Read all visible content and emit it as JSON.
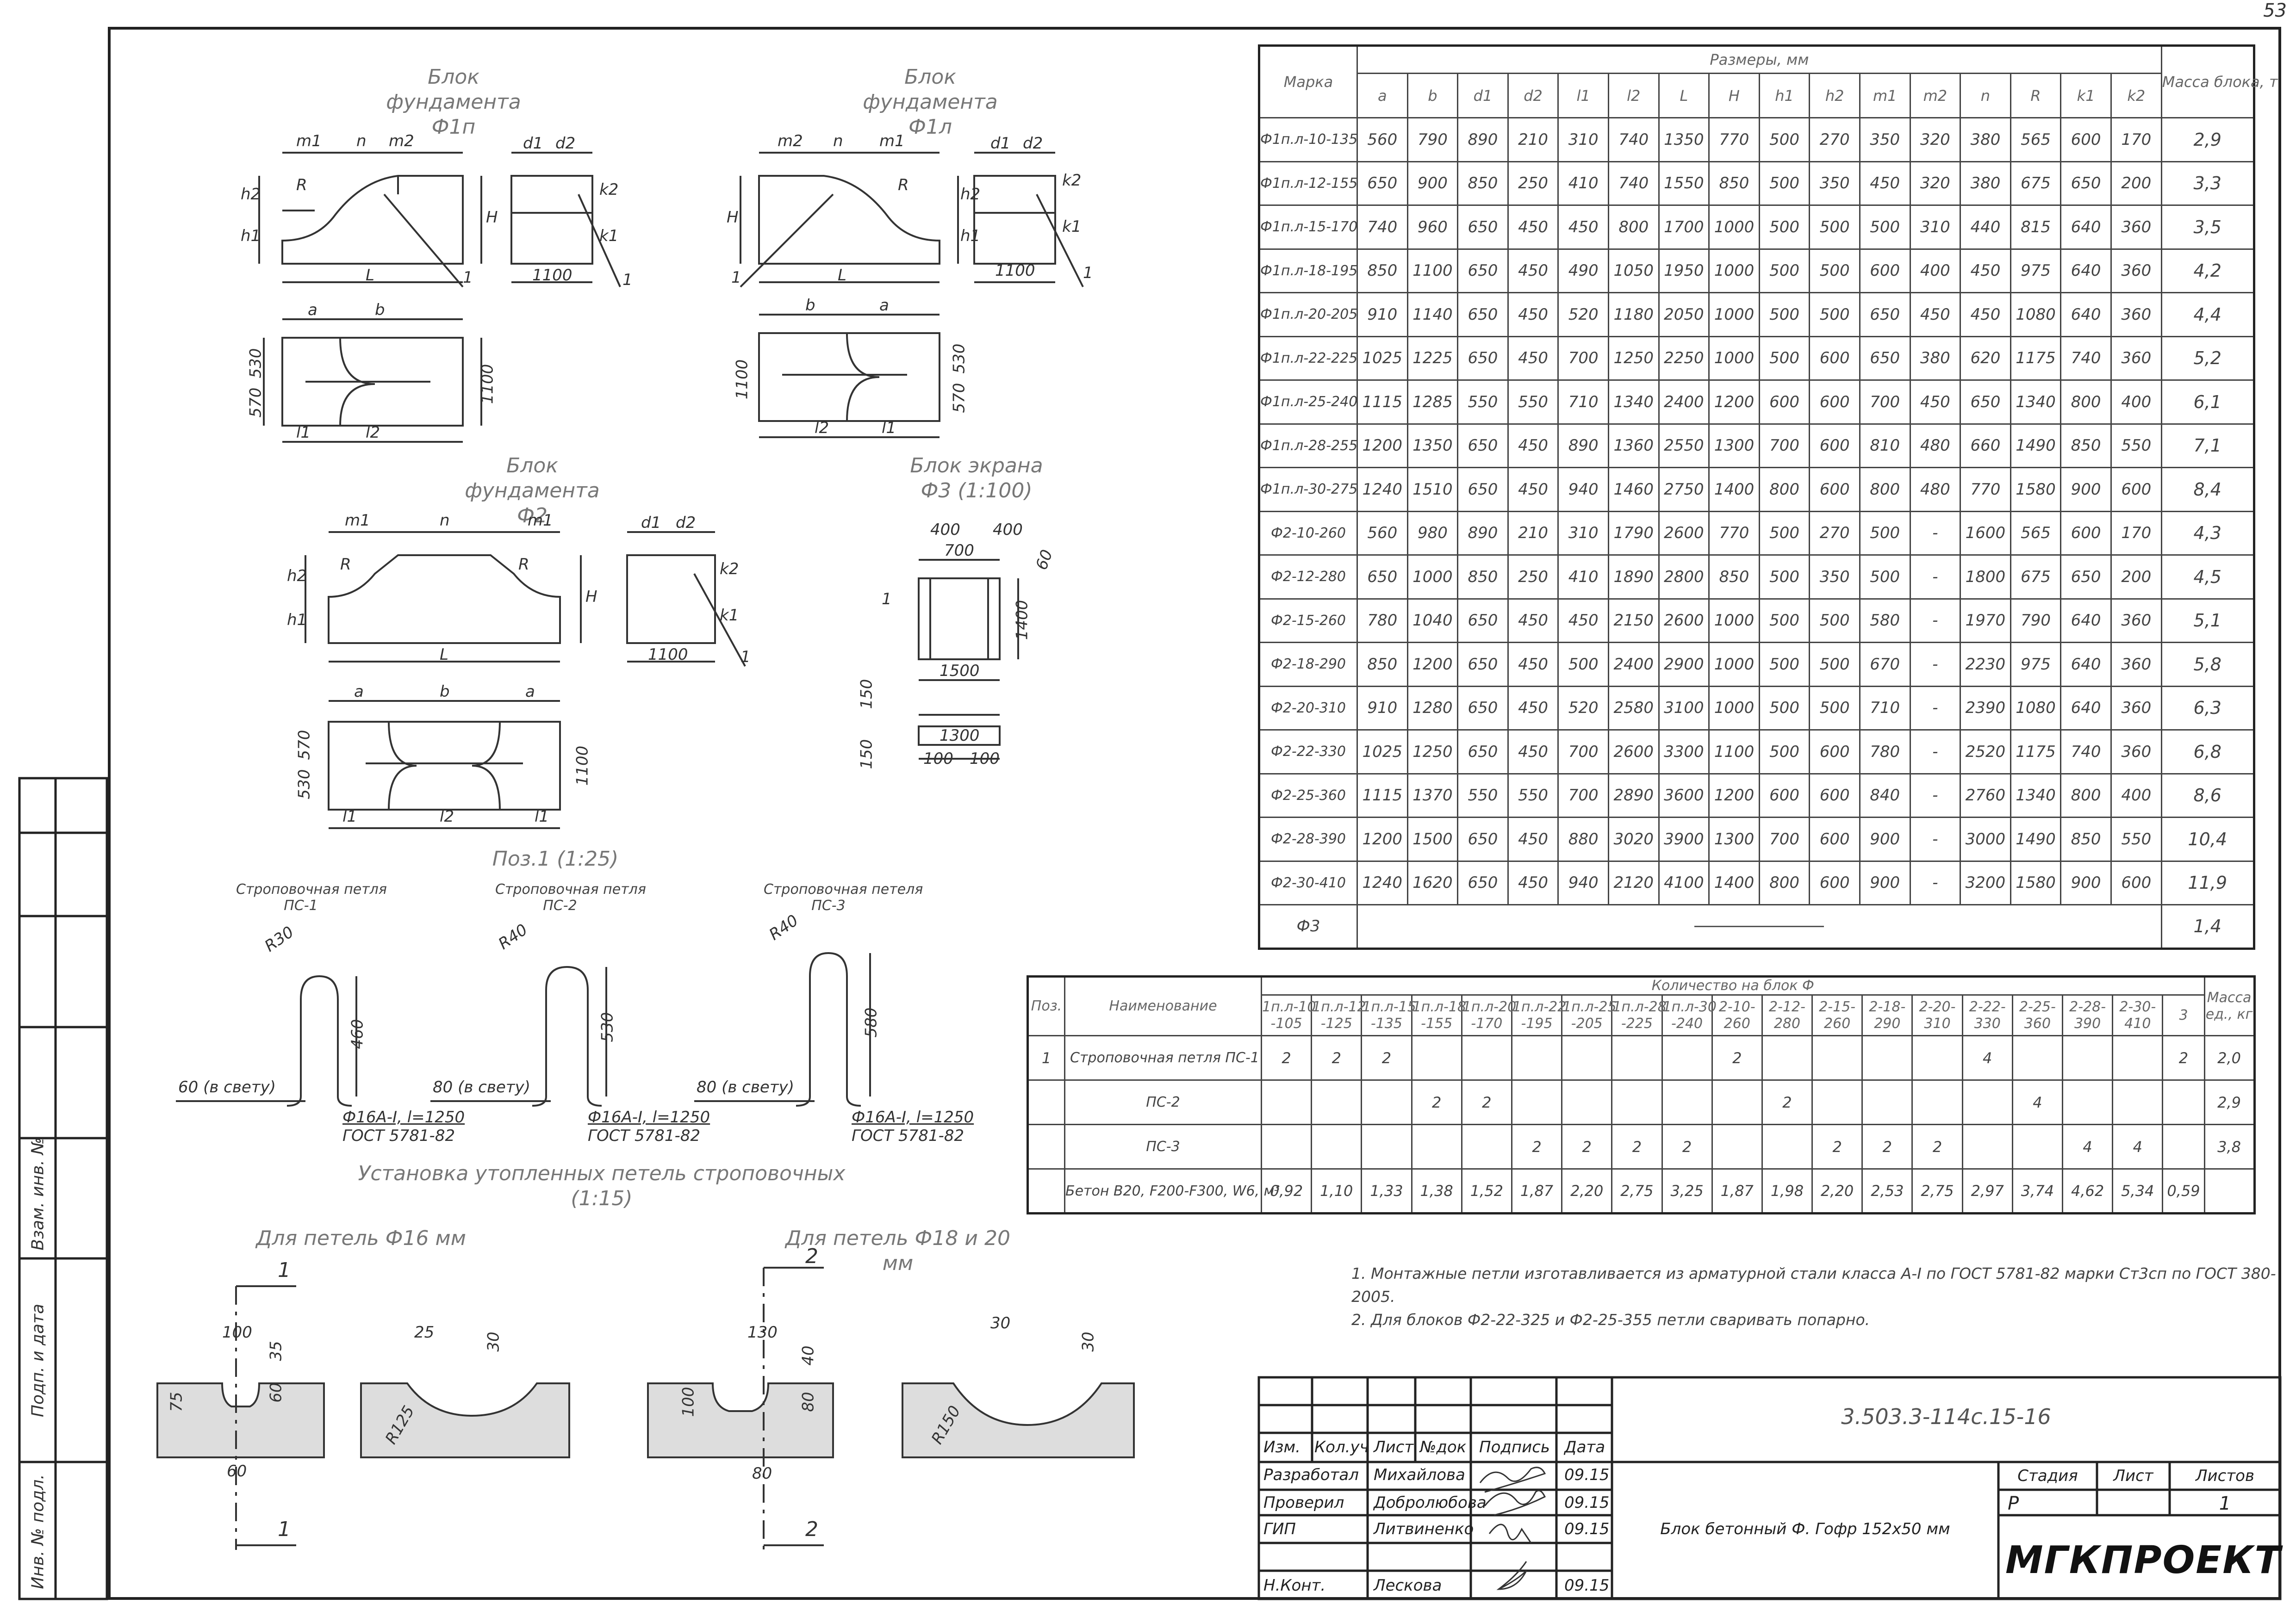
{
  "sheet": {
    "page_number": "53",
    "side_labels": {
      "vzam": "Взам. инв. №",
      "podp": "Подп. и дата",
      "inv": "Инв. № подл."
    }
  },
  "drawings": {
    "f1p": {
      "title": "Блок фундамента",
      "code": "Ф1п"
    },
    "f1l": {
      "title": "Блок фундамента",
      "code": "Ф1л"
    },
    "f2": {
      "title": "Блок фундамента",
      "code": "Ф2"
    },
    "f3": {
      "title": "Блок экрана",
      "code": "Ф3 (1:100)"
    },
    "pos1": "Поз.1 (1:25)",
    "loop_section_title": "Установка утопленных петель строповочных",
    "loop_section_scale": "(1:15)",
    "loop16": "Для петель Ф16 мм",
    "loop1820": "Для петель Ф18 и 20 мм",
    "loops": [
      {
        "title": "Строповочная петля",
        "code": "ПС-1",
        "radius": "R30",
        "height": "460",
        "gap": "60 (в свету)",
        "bar": "Ф16А-I, l=1250",
        "gost": "ГОСТ 5781-82"
      },
      {
        "title": "Строповочная петля",
        "code": "ПС-2",
        "radius": "R40",
        "height": "530",
        "gap": "80 (в свету)",
        "bar": "Ф16А-I, l=1250",
        "gost": "ГОСТ 5781-82"
      },
      {
        "title": "Строповочная петеля",
        "code": "ПС-3",
        "radius": "R40",
        "height": "580",
        "gap": "80 (в свету)",
        "bar": "Ф16А-I, l=1250",
        "gost": "ГОСТ 5781-82"
      }
    ],
    "dim_labels": {
      "m1": "m1",
      "m2": "m2",
      "n": "n",
      "h1": "h1",
      "h2": "h2",
      "H": "H",
      "L": "L",
      "R": "R",
      "d1": "d1",
      "d2": "d2",
      "k1": "k1",
      "k2": "k2",
      "a": "a",
      "b": "b",
      "l1": "l1",
      "l2": "l2",
      "one": "1",
      "v1100": "1100",
      "v570": "570",
      "v530": "530",
      "v400": "400",
      "v700": "700",
      "v60": "60",
      "v1400": "1400",
      "v1500": "1500",
      "v150": "150",
      "v1300": "1300",
      "v100": "100",
      "s100": "100",
      "s35": "35",
      "s75": "75",
      "s60": "60",
      "s25": "25",
      "s30": "30",
      "sR125": "R125",
      "s130": "130",
      "s40": "40",
      "s80": "80",
      "sR150": "R150",
      "cut1": "1",
      "cut2": "2"
    }
  },
  "dims_table": {
    "header_mark": "Марка",
    "header_sizes": "Размеры, мм",
    "header_mass": "Масса блока, т",
    "columns": [
      "a",
      "b",
      "d1",
      "d2",
      "l1",
      "l2",
      "L",
      "H",
      "h1",
      "h2",
      "m1",
      "m2",
      "n",
      "R",
      "k1",
      "k2"
    ],
    "rows": [
      {
        "mark": "Ф1п.л-10-135",
        "v": [
          "560",
          "790",
          "890",
          "210",
          "310",
          "740",
          "1350",
          "770",
          "500",
          "270",
          "350",
          "320",
          "380",
          "565",
          "600",
          "170"
        ],
        "mass": "2,9"
      },
      {
        "mark": "Ф1п.л-12-155",
        "v": [
          "650",
          "900",
          "850",
          "250",
          "410",
          "740",
          "1550",
          "850",
          "500",
          "350",
          "450",
          "320",
          "380",
          "675",
          "650",
          "200"
        ],
        "mass": "3,3"
      },
      {
        "mark": "Ф1п.л-15-170",
        "v": [
          "740",
          "960",
          "650",
          "450",
          "450",
          "800",
          "1700",
          "1000",
          "500",
          "500",
          "500",
          "310",
          "440",
          "815",
          "640",
          "360"
        ],
        "mass": "3,5"
      },
      {
        "mark": "Ф1п.л-18-195",
        "v": [
          "850",
          "1100",
          "650",
          "450",
          "490",
          "1050",
          "1950",
          "1000",
          "500",
          "500",
          "600",
          "400",
          "450",
          "975",
          "640",
          "360"
        ],
        "mass": "4,2"
      },
      {
        "mark": "Ф1п.л-20-205",
        "v": [
          "910",
          "1140",
          "650",
          "450",
          "520",
          "1180",
          "2050",
          "1000",
          "500",
          "500",
          "650",
          "450",
          "450",
          "1080",
          "640",
          "360"
        ],
        "mass": "4,4"
      },
      {
        "mark": "Ф1п.л-22-225",
        "v": [
          "1025",
          "1225",
          "650",
          "450",
          "700",
          "1250",
          "2250",
          "1000",
          "500",
          "600",
          "650",
          "380",
          "620",
          "1175",
          "740",
          "360"
        ],
        "mass": "5,2"
      },
      {
        "mark": "Ф1п.л-25-240",
        "v": [
          "1115",
          "1285",
          "550",
          "550",
          "710",
          "1340",
          "2400",
          "1200",
          "600",
          "600",
          "700",
          "450",
          "650",
          "1340",
          "800",
          "400"
        ],
        "mass": "6,1"
      },
      {
        "mark": "Ф1п.л-28-255",
        "v": [
          "1200",
          "1350",
          "650",
          "450",
          "890",
          "1360",
          "2550",
          "1300",
          "700",
          "600",
          "810",
          "480",
          "660",
          "1490",
          "850",
          "550"
        ],
        "mass": "7,1"
      },
      {
        "mark": "Ф1п.л-30-275",
        "v": [
          "1240",
          "1510",
          "650",
          "450",
          "940",
          "1460",
          "2750",
          "1400",
          "800",
          "600",
          "800",
          "480",
          "770",
          "1580",
          "900",
          "600"
        ],
        "mass": "8,4"
      },
      {
        "mark": "Ф2-10-260",
        "v": [
          "560",
          "980",
          "890",
          "210",
          "310",
          "1790",
          "2600",
          "770",
          "500",
          "270",
          "500",
          "-",
          "1600",
          "565",
          "600",
          "170"
        ],
        "mass": "4,3"
      },
      {
        "mark": "Ф2-12-280",
        "v": [
          "650",
          "1000",
          "850",
          "250",
          "410",
          "1890",
          "2800",
          "850",
          "500",
          "350",
          "500",
          "-",
          "1800",
          "675",
          "650",
          "200"
        ],
        "mass": "4,5"
      },
      {
        "mark": "Ф2-15-260",
        "v": [
          "780",
          "1040",
          "650",
          "450",
          "450",
          "2150",
          "2600",
          "1000",
          "500",
          "500",
          "580",
          "-",
          "1970",
          "790",
          "640",
          "360"
        ],
        "mass": "5,1"
      },
      {
        "mark": "Ф2-18-290",
        "v": [
          "850",
          "1200",
          "650",
          "450",
          "500",
          "2400",
          "2900",
          "1000",
          "500",
          "500",
          "670",
          "-",
          "2230",
          "975",
          "640",
          "360"
        ],
        "mass": "5,8"
      },
      {
        "mark": "Ф2-20-310",
        "v": [
          "910",
          "1280",
          "650",
          "450",
          "520",
          "2580",
          "3100",
          "1000",
          "500",
          "500",
          "710",
          "-",
          "2390",
          "1080",
          "640",
          "360"
        ],
        "mass": "6,3"
      },
      {
        "mark": "Ф2-22-330",
        "v": [
          "1025",
          "1250",
          "650",
          "450",
          "700",
          "2600",
          "3300",
          "1100",
          "500",
          "600",
          "780",
          "-",
          "2520",
          "1175",
          "740",
          "360"
        ],
        "mass": "6,8"
      },
      {
        "mark": "Ф2-25-360",
        "v": [
          "1115",
          "1370",
          "550",
          "550",
          "700",
          "2890",
          "3600",
          "1200",
          "600",
          "600",
          "840",
          "-",
          "2760",
          "1340",
          "800",
          "400"
        ],
        "mass": "8,6"
      },
      {
        "mark": "Ф2-28-390",
        "v": [
          "1200",
          "1500",
          "650",
          "450",
          "880",
          "3020",
          "3900",
          "1300",
          "700",
          "600",
          "900",
          "-",
          "3000",
          "1490",
          "850",
          "550"
        ],
        "mass": "10,4"
      },
      {
        "mark": "Ф2-30-410",
        "v": [
          "1240",
          "1620",
          "650",
          "450",
          "940",
          "2120",
          "4100",
          "1400",
          "800",
          "600",
          "900",
          "-",
          "3200",
          "1580",
          "900",
          "600"
        ],
        "mass": "11,9"
      }
    ],
    "last_row": {
      "mark": "Ф3",
      "mass": "1,4"
    }
  },
  "qty_table": {
    "header_pos": "Поз.",
    "header_name": "Наименование",
    "header_qty": "Количество на блок Ф",
    "header_mass": "Масса ед., кг",
    "columns": [
      [
        "1п.л-10",
        "-105"
      ],
      [
        "1п.л-12",
        "-125"
      ],
      [
        "1п.л-15",
        "-135"
      ],
      [
        "1п.л-18",
        "-155"
      ],
      [
        "1п.л-20",
        "-170"
      ],
      [
        "1п.л-22",
        "-195"
      ],
      [
        "1п.л-25",
        "-205"
      ],
      [
        "1п.л-28",
        "-225"
      ],
      [
        "1п.л-30",
        "-240"
      ],
      [
        "2-10-",
        "260"
      ],
      [
        "2-12-",
        "280"
      ],
      [
        "2-15-",
        "260"
      ],
      [
        "2-18-",
        "290"
      ],
      [
        "2-20-",
        "310"
      ],
      [
        "2-22-",
        "330"
      ],
      [
        "2-25-",
        "360"
      ],
      [
        "2-28-",
        "390"
      ],
      [
        "2-30-",
        "410"
      ],
      [
        "3",
        ""
      ]
    ],
    "rows": [
      {
        "pos": "1",
        "name": "Строповочная петля  ПС-1",
        "v": [
          "2",
          "2",
          "2",
          "",
          "",
          "",
          "",
          "",
          "",
          "2",
          "",
          "",
          "",
          "",
          "4",
          "",
          "",
          "",
          "2"
        ],
        "mass": "2,0"
      },
      {
        "pos": "",
        "name": "ПС-2",
        "v": [
          "",
          "",
          "",
          "2",
          "2",
          "",
          "",
          "",
          "",
          "",
          "2",
          "",
          "",
          "",
          "",
          "4",
          "",
          "",
          ""
        ],
        "mass": "2,9"
      },
      {
        "pos": "",
        "name": "ПС-3",
        "v": [
          "",
          "",
          "",
          "",
          "",
          "2",
          "2",
          "2",
          "2",
          "",
          "",
          "2",
          "2",
          "2",
          "",
          "",
          "4",
          "4",
          ""
        ],
        "mass": "3,8"
      },
      {
        "pos": "",
        "name": "Бетон В20, F200-F300, W6, м³",
        "v": [
          "0,92",
          "1,10",
          "1,33",
          "1,38",
          "1,52",
          "1,87",
          "2,20",
          "2,75",
          "3,25",
          "1,87",
          "1,98",
          "2,20",
          "2,53",
          "2,75",
          "2,97",
          "3,74",
          "4,62",
          "5,34",
          "0,59"
        ],
        "mass": ""
      }
    ]
  },
  "notes": [
    "1. Монтажные петли изготавливается из арматурной стали класса А-I по ГОСТ 5781-82 марки Ст3сп по ГОСТ 380-2005.",
    "2. Для блоков Ф2-22-325 и Ф2-25-355 петли сваривать попарно."
  ],
  "stamp": {
    "doc_code": "3.503.3-114с.15-16",
    "headers": [
      "Изм.",
      "Кол.уч",
      "Лист",
      "№док",
      "Подпись",
      "Дата"
    ],
    "people": [
      {
        "role": "Разработал",
        "name": "Михайлова",
        "date": "09.15"
      },
      {
        "role": "Проверил",
        "name": "Добролюбова",
        "date": "09.15"
      },
      {
        "role": "ГИП",
        "name": "Литвиненко",
        "date": "09.15"
      },
      {
        "role": "Н.Конт.",
        "name": "Лескова",
        "date": "09.15"
      }
    ],
    "title": "Блок бетонный Ф. Гофр 152х50 мм",
    "stage_label": "Стадия",
    "sheet_label": "Лист",
    "sheets_label": "Листов",
    "stage": "Р",
    "sheet": "",
    "sheets": "1",
    "company": "МГКПРОЕКТ"
  }
}
